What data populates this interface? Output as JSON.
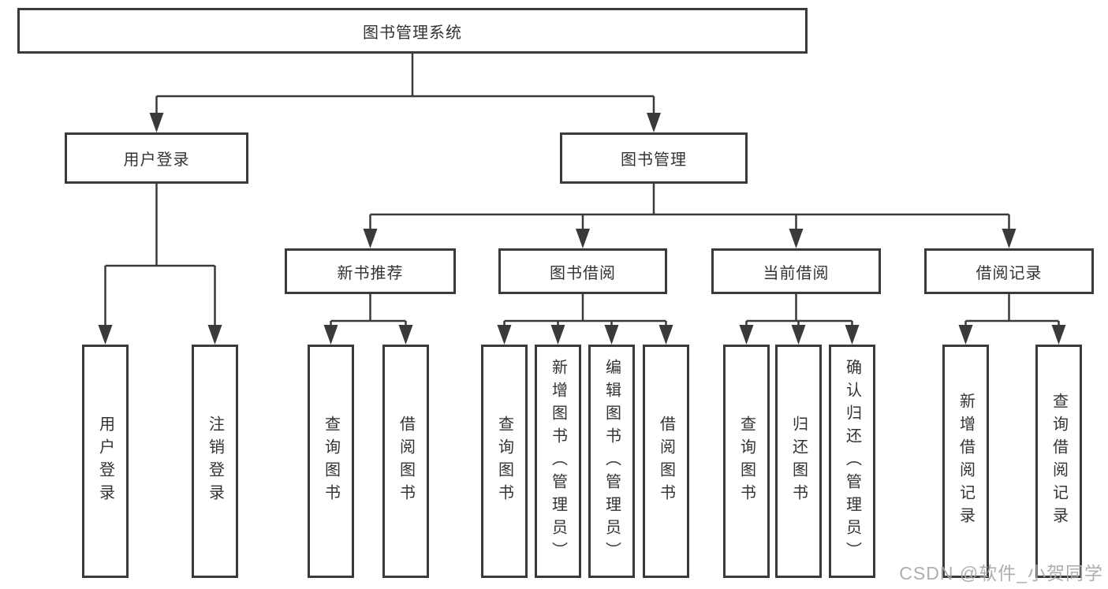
{
  "colors": {
    "line": "#3a3a3a",
    "box_border": "#3a3a3a",
    "text": "#333333",
    "watermark": "#a8a8a8",
    "background": "#ffffff"
  },
  "watermark": {
    "text": "CSDN @软件_小贺同学"
  },
  "tree": {
    "root": {
      "label": "图书管理系统"
    },
    "branches": [
      {
        "label": "用户登录",
        "children": [
          {
            "label": "用户登录"
          },
          {
            "label": "注销登录"
          }
        ]
      },
      {
        "label": "图书管理",
        "groups": [
          {
            "label": "新书推荐",
            "children": [
              {
                "label": "查询图书"
              },
              {
                "label": "借阅图书"
              }
            ]
          },
          {
            "label": "图书借阅",
            "children": [
              {
                "label": "查询图书"
              },
              {
                "label": "新增图书（管理员）"
              },
              {
                "label": "编辑图书（管理员）"
              },
              {
                "label": "借阅图书"
              }
            ]
          },
          {
            "label": "当前借阅",
            "children": [
              {
                "label": "查询图书"
              },
              {
                "label": "归还图书"
              },
              {
                "label": "确认归还（管理员）"
              }
            ]
          },
          {
            "label": "借阅记录",
            "children": [
              {
                "label": "新增借阅记录"
              },
              {
                "label": "查询借阅记录"
              }
            ]
          }
        ]
      }
    ]
  }
}
